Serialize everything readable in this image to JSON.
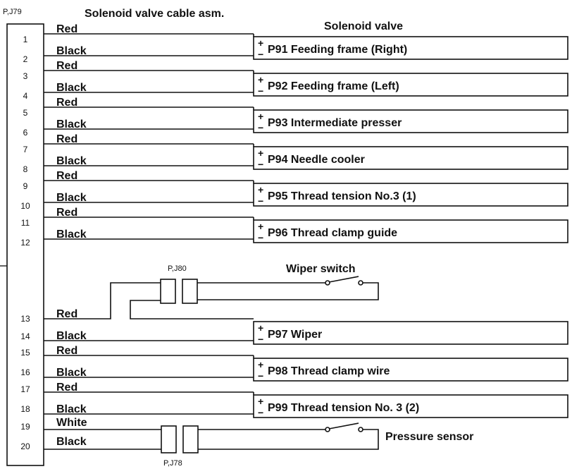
{
  "header": {
    "connector_label": "P,J79",
    "cable_title": "Solenoid valve cable asm.",
    "valve_title": "Solenoid valve"
  },
  "pins": [
    "1",
    "2",
    "3",
    "4",
    "5",
    "6",
    "7",
    "8",
    "9",
    "10",
    "11",
    "12",
    "13",
    "14",
    "15",
    "16",
    "17",
    "18",
    "19",
    "20"
  ],
  "valves": [
    {
      "pins": [
        "1",
        "2"
      ],
      "wires": [
        "Red",
        "Black"
      ],
      "label": "P91 Feeding frame (Right)"
    },
    {
      "pins": [
        "3",
        "4"
      ],
      "wires": [
        "Red",
        "Black"
      ],
      "label": "P92 Feeding frame (Left)"
    },
    {
      "pins": [
        "5",
        "6"
      ],
      "wires": [
        "Red",
        "Black"
      ],
      "label": "P93 Intermediate presser"
    },
    {
      "pins": [
        "7",
        "8"
      ],
      "wires": [
        "Red",
        "Black"
      ],
      "label": "P94 Needle cooler"
    },
    {
      "pins": [
        "9",
        "10"
      ],
      "wires": [
        "Red",
        "Black"
      ],
      "label": "P95 Thread tension No.3 (1)"
    },
    {
      "pins": [
        "11",
        "12"
      ],
      "wires": [
        "Red",
        "Black"
      ],
      "label": "P96 Thread clamp guide"
    },
    {
      "pins": [
        "13",
        "14"
      ],
      "wires": [
        "Red",
        "Black"
      ],
      "label": "P97 Wiper"
    },
    {
      "pins": [
        "15",
        "16"
      ],
      "wires": [
        "Red",
        "Black"
      ],
      "label": "P98 Thread clamp wire"
    },
    {
      "pins": [
        "17",
        "18"
      ],
      "wires": [
        "Red",
        "Black"
      ],
      "label": "P99 Thread tension No. 3 (2)"
    }
  ],
  "polarity": {
    "plus": "+",
    "minus": "−"
  },
  "wiper_switch": {
    "connector_label": "P,J80",
    "label": "Wiper switch"
  },
  "pressure_sensor": {
    "connector_label": "P,J78",
    "label": "Pressure sensor",
    "wires": [
      "White",
      "Black"
    ],
    "pins": [
      "19",
      "20"
    ]
  }
}
